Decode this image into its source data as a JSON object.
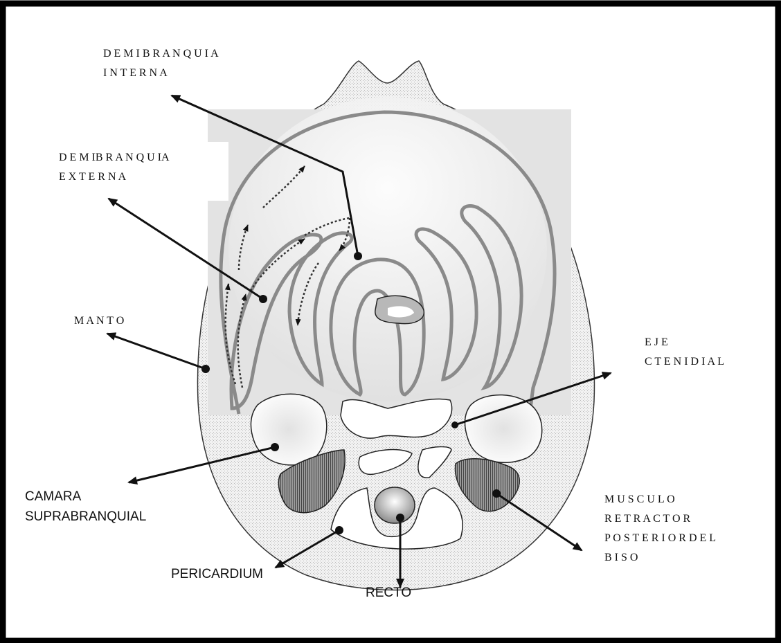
{
  "labels": {
    "demibranquia_interna": [
      "D E M I B R A N Q U I A",
      "I N T E R N A"
    ],
    "demibranquia_externa": [
      "D E M IB R A N Q U IA",
      "E X T E R N A"
    ],
    "manto": [
      "M A N T O"
    ],
    "eje_ctenidial": [
      "E J E",
      "C T E N I D I A L"
    ],
    "camara_suprabranquial": [
      "CAMARA",
      "SUPRABRANQUIAL"
    ],
    "musculo_retractor": [
      "M U S C U L O",
      "R E T R A C T O R",
      "P O S T E R I O R  D E L",
      "B I S O"
    ],
    "pericardium": [
      "PERICARDIUM"
    ],
    "recto": [
      "RECTO"
    ]
  },
  "colors": {
    "frame": "#000000",
    "outline": "#8a8a8a",
    "stipple": "#e6e6e6",
    "gill_bg": "#e4e4e4",
    "muscle": "#6a6a6a"
  }
}
